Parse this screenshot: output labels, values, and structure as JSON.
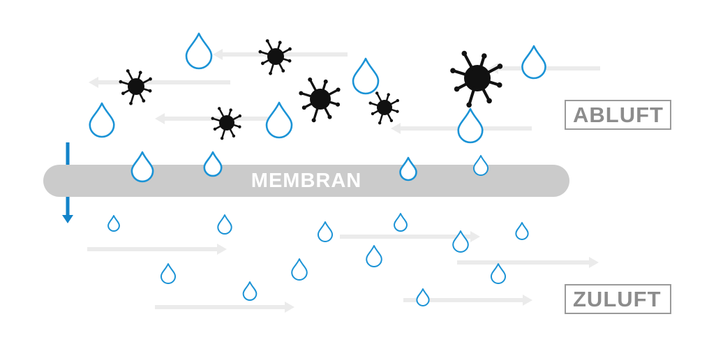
{
  "labels": {
    "exhaust": "ABLUFT",
    "supply": "ZULUFT",
    "membrane": "MEMBRAN"
  },
  "colors": {
    "water_drop": "#1b93d6",
    "flow_arrow": "#ebebeb",
    "down_arrow": "#1283c9",
    "membrane": "#cbcbcb",
    "germ": "#111111",
    "label_text": "#8c8c8c"
  },
  "icons": [
    "water-drop-icon",
    "germ-icon",
    "flow-arrow-icon",
    "down-arrow-icon"
  ]
}
